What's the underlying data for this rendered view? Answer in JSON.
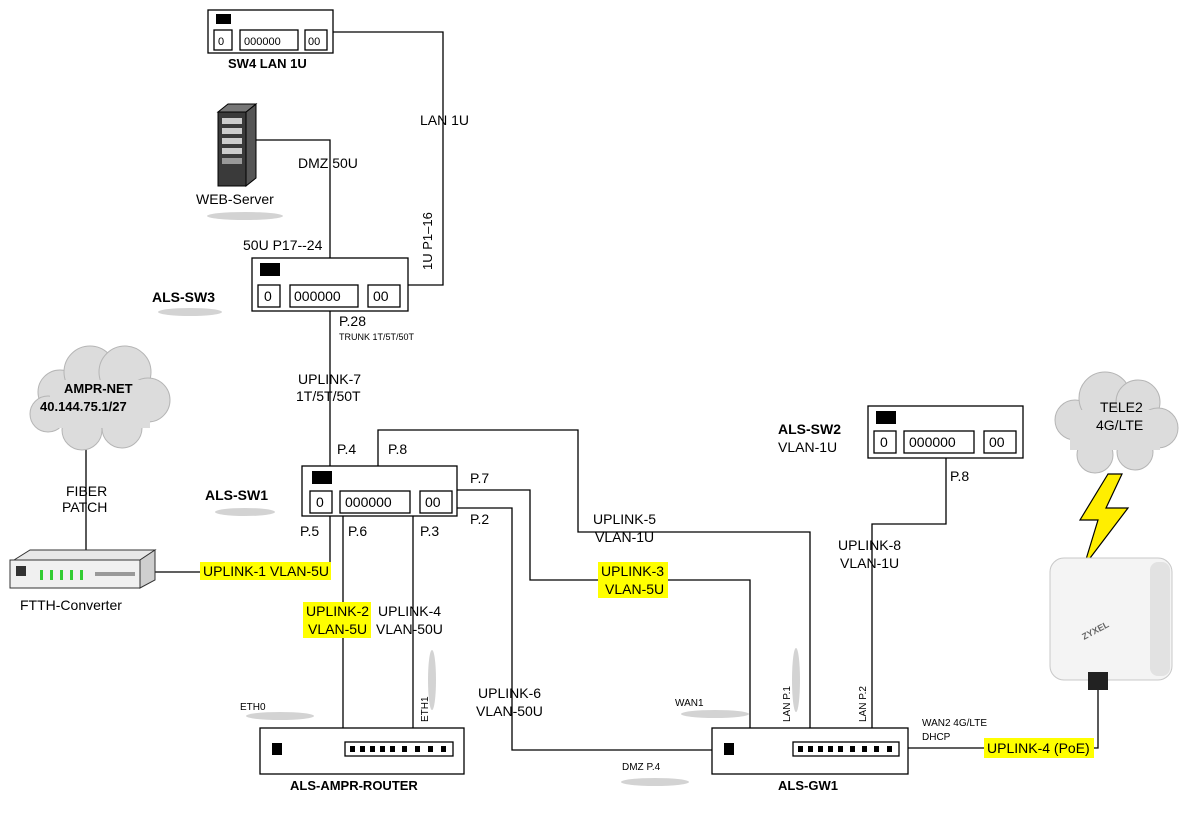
{
  "devices": {
    "sw4": "SW4 LAN 1U",
    "web_server": "WEB-Server",
    "als_sw3": "ALS-SW3",
    "als_sw1": "ALS-SW1",
    "als_sw2_name": "ALS-SW2",
    "als_sw2_vlan": "VLAN-1U",
    "ampr_net_name": "AMPR-NET",
    "ampr_net_ip": "40.144.75.1/27",
    "ftth": "FTTH-Converter",
    "ampr_router": "ALS-AMPR-ROUTER",
    "gw1": "ALS-GW1",
    "tele2_line1": "TELE2",
    "tele2_line2": "4G/LTE",
    "zyxel_logo": "ZYXEL",
    "switch_port_glyph_left": "0",
    "switch_port_glyph_mid": "000000",
    "switch_port_glyph_right": "00"
  },
  "links": {
    "lan1u": "LAN 1U",
    "dmz50u": "DMZ 50U",
    "p1_16": "1U P1–16",
    "p17_24": "50U P17--24",
    "sw3_p28": "P.28",
    "trunk": "TRUNK 1T/5T/50T",
    "uplink7_line1": "UPLINK-7",
    "uplink7_line2": "1T/5T/50T",
    "fiber_line1": "FIBER",
    "fiber_line2": "PATCH",
    "uplink1": "UPLINK-1 VLAN-5U",
    "uplink2_line1": "UPLINK-2",
    "uplink2_line2": "VLAN-5U",
    "uplink4_line1": "UPLINK-4",
    "uplink4_line2": "VLAN-50U",
    "uplink3_line1": "UPLINK-3",
    "uplink3_line2": "VLAN-5U",
    "uplink5_line1": "UPLINK-5",
    "uplink5_line2": "VLAN-1U",
    "uplink6_line1": "UPLINK-6",
    "uplink6_line2": "VLAN-50U",
    "uplink8_line1": "UPLINK-8",
    "uplink8_line2": "VLAN-1U",
    "uplink4_poe": "UPLINK-4 (PoE)"
  },
  "ports": {
    "sw1_p4": "P.4",
    "sw1_p8": "P.8",
    "sw1_p7": "P.7",
    "sw1_p2": "P.2",
    "sw1_p5": "P.5",
    "sw1_p6": "P.6",
    "sw1_p3": "P.3",
    "sw2_p8": "P.8",
    "eth0": "ETH0",
    "eth1": "ETH1",
    "wan1": "WAN1",
    "lan_p1": "LAN P.1",
    "lan_p2": "LAN P.2",
    "wan2_line1": "WAN2 4G/LTE",
    "wan2_line2": "DHCP",
    "dmz_p4": "DMZ P.4"
  },
  "colors": {
    "highlight": "#ffff00",
    "lightning": "#ffee00",
    "wire": "#000000"
  }
}
